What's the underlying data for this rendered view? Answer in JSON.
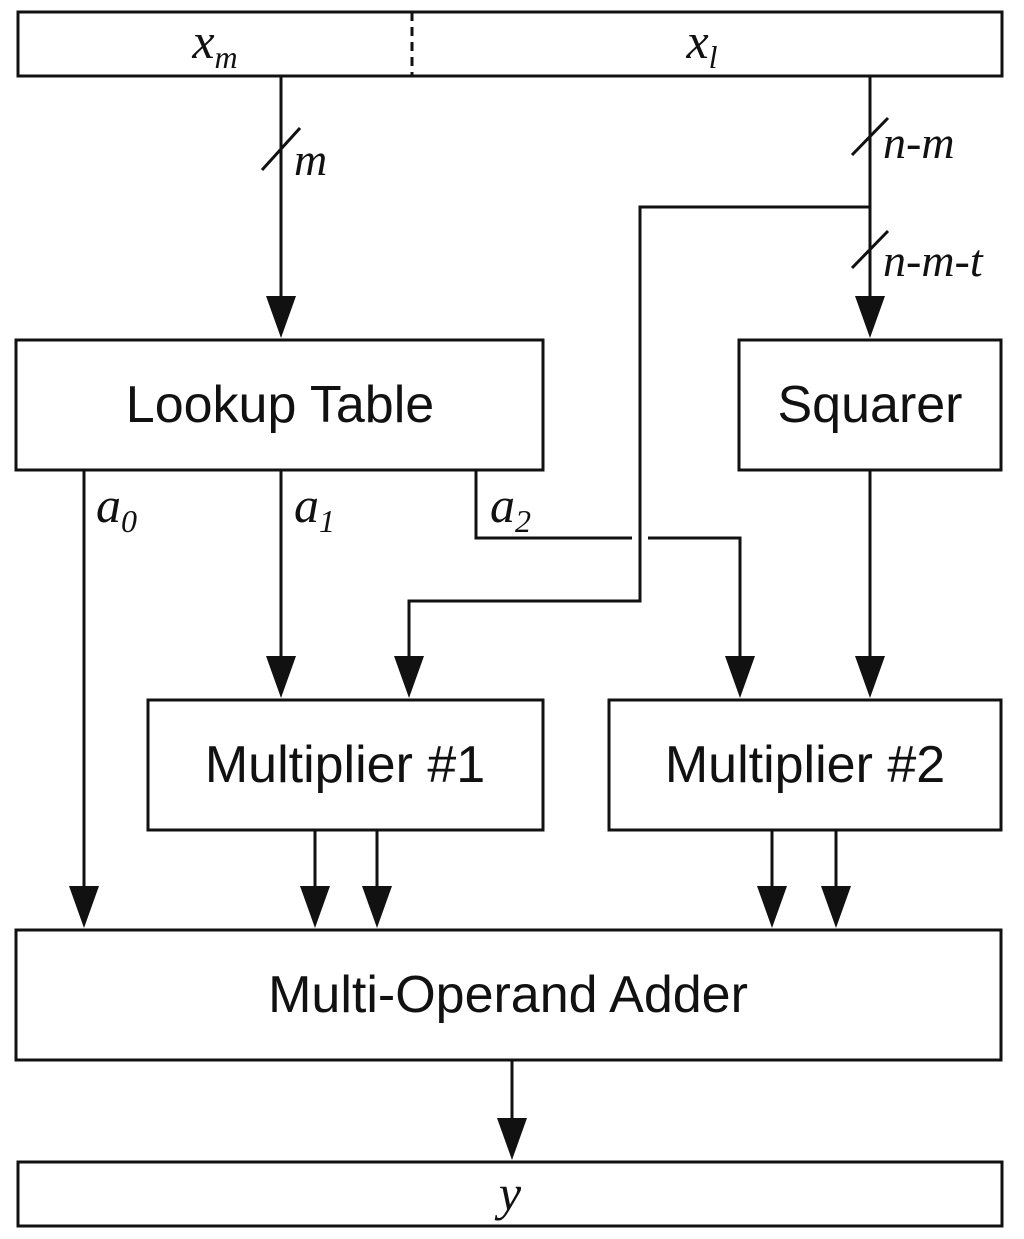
{
  "input_register": {
    "high_part": {
      "base": "x",
      "sub": "m"
    },
    "low_part": {
      "base": "x",
      "sub": "l"
    }
  },
  "bus_widths": {
    "msb_bus": "m",
    "lsb_bus": "n-m",
    "squarer_bus": "n-m-t"
  },
  "blocks": {
    "lookup_table": "Lookup Table",
    "squarer": "Squarer",
    "multiplier1": "Multiplier #1",
    "multiplier2": "Multiplier #2",
    "adder": "Multi-Operand Adder"
  },
  "coefficients": [
    {
      "base": "a",
      "sub": "0"
    },
    {
      "base": "a",
      "sub": "1"
    },
    {
      "base": "a",
      "sub": "2"
    }
  ],
  "output_register": {
    "label": "y"
  }
}
